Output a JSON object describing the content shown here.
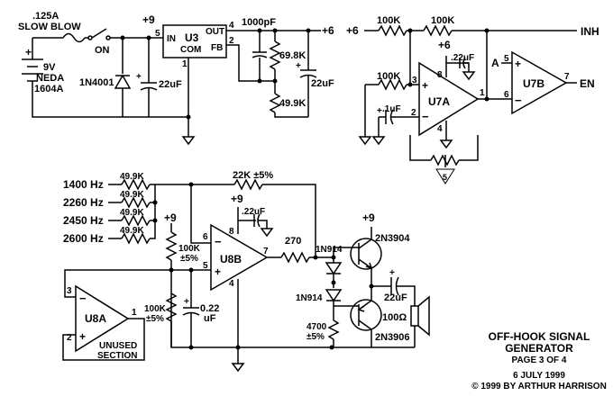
{
  "power": {
    "fuse": ".125A",
    "fuse_type": "SLOW BLOW",
    "battery_plus": "+",
    "battery_v": "9V",
    "battery_make": "NEDA",
    "battery_model": "1604A",
    "switch": "ON",
    "diode": "1N4001",
    "rail9": "+9",
    "cap_in": "22uF",
    "reg": "U3",
    "reg_in": "IN",
    "reg_out": "OUT",
    "reg_com": "COM",
    "reg_fb": "FB",
    "pin5": "5",
    "pin4": "4",
    "pin2": "2",
    "pin1": "1",
    "cap_fb": "1000pF",
    "r_top": "69.8K",
    "r_bot": "49.9K",
    "cap_out": "22uF",
    "rail6": "+6",
    "plus_sign": "+"
  },
  "u7": {
    "rail6": "+6",
    "r1": "100K",
    "r2": "100K",
    "inh": "INH",
    "rail6b": "+6",
    "cap_sup": ".22uF",
    "pin8": "8",
    "r3": "100K",
    "pin3": "3",
    "pin2": "2",
    "pin1": "1",
    "pin4": "4",
    "cap_in": ".1uF",
    "name_a": "U7A",
    "plus": "+",
    "minus": "−",
    "input_a": "A",
    "pin5": "5",
    "pin6": "6",
    "pin7": "7",
    "name_b": "U7B",
    "en": "EN",
    "ref_tag": "5"
  },
  "tone": {
    "f1": "1400 Hz",
    "f2": "2260 Hz",
    "f3": "2450 Hz",
    "f4": "2600 Hz",
    "r_in1": "49.9K",
    "r_in2": "49.9K",
    "r_in3": "49.9K",
    "r_in4": "49.9K",
    "r_fb": "22K ±5%",
    "rail9a": "+9",
    "cap_sup": ".22uF",
    "rail9b": "+9",
    "r_bias1": "100K",
    "tol1": "±5%",
    "r_bias2": "100K",
    "tol2": "±5%",
    "cap_bias": "0.22",
    "cap_bias_unit": "uF",
    "u8b": "U8B",
    "pin6": "6",
    "pin8": "8",
    "pin7": "7",
    "pin5": "5",
    "pin4": "4",
    "u8a": "U8A",
    "pin3": "3",
    "pin2": "2",
    "pin1": "1",
    "unused1": "UNUSED",
    "unused2": "SECTION",
    "r_out": "270",
    "d1": "1N914",
    "d2": "1N914",
    "rail9c": "+9",
    "q1": "2N3904",
    "q2": "2N3906",
    "cap_out": "22uF",
    "speaker": "100Ω",
    "r_base": "4700",
    "tol3": "±5%",
    "plus": "+",
    "minus": "−"
  },
  "title": {
    "line1": "OFF-HOOK SIGNAL",
    "line2": "GENERATOR",
    "page": "PAGE 3 OF 4",
    "date": "6 JULY 1999",
    "copyright": "© 1999 BY ARTHUR HARRISON"
  }
}
